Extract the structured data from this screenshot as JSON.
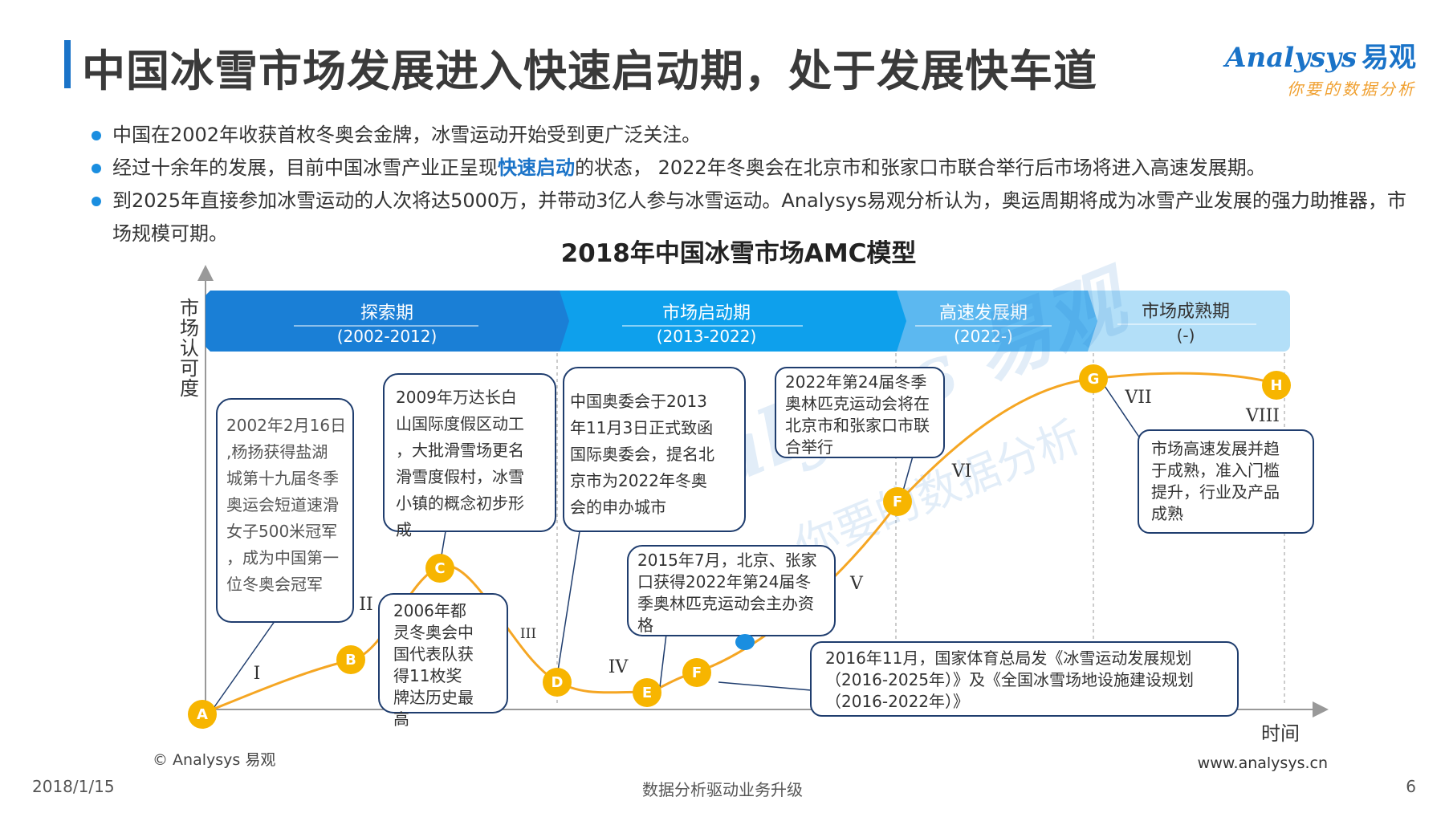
{
  "title": "中国冰雪市场发展进入快速启动期，处于发展快车道",
  "logo": {
    "brand": "Analysys",
    "brand_cn": "易观",
    "tagline": "你要的数据分析"
  },
  "bullets": [
    {
      "text": "中国在2002年收获首枚冬奥会金牌，冰雪运动开始受到更广泛关注。"
    },
    {
      "pre": "经过十余年的发展，目前中国冰雪产业正呈现",
      "highlight": "快速启动",
      "post": "的状态， 2022年冬奥会在北京市和张家口市联合举行后市场将进入高速发展期。"
    },
    {
      "text": "到2025年直接参加冰雪运动的人次将达5000万，并带动3亿人参与冰雪运动。Analysys易观分析认为，奥运周期将成为冰雪产业发展的强力助推器，市场规模可期。"
    }
  ],
  "diagram": {
    "title": "2018年中国冰雪市场AMC模型",
    "y_axis_label": "市场认可度",
    "x_axis_label": "时间",
    "phases": [
      {
        "name": "探索期",
        "years": "(2002-2012)",
        "color": "#1a7fd6"
      },
      {
        "name": "市场启动期",
        "years": "(2013-2022)",
        "color": "#0ea0ec"
      },
      {
        "name": "高速发展期",
        "years": "(2022-)",
        "color": "#5cb8f0"
      },
      {
        "name": "市场成熟期",
        "years": "(-)",
        "color": "#b3dff8"
      }
    ],
    "points": [
      "A",
      "B",
      "C",
      "D",
      "E",
      "F",
      "F",
      "G",
      "H"
    ],
    "segments": [
      "I",
      "II",
      "III",
      "IV",
      "V",
      "VI",
      "VII",
      "VIII"
    ],
    "callouts": [
      "2002年2月16日,杨扬获得盐湖城第十九届冬季奥运会短道速滑女子500米冠军，成为中国第一位冬奥会冠军",
      "2006年都灵冬奥会中国代表队获得11枚奖牌达历史最高",
      "2009年万达长白山国际度假区动工，大批滑雪场更名滑雪度假村，冰雪小镇的概念初步形成",
      "中国奥委会于2013年11月3日正式致函国际奥委会，提名北京市为2022年冬奥会的申办城市",
      "2015年7月，北京、张家口获得2022年第24届冬季奥林匹克运动会主办资格",
      "2016年11月，国家体育总局发《冰雪运动发展规划（2016-2025年）》及《全国冰雪场地设施建设规划（2016-2022年）》",
      "2022年第24届冬季奥林匹克运动会将在北京市和张家口市联合举行",
      "市场高速发展并趋于成熟，准入门槛提升，行业及产品成熟"
    ],
    "colors": {
      "curve": "#f5a623",
      "node": "#f7b500",
      "callout_border": "#1f3d6e",
      "axis": "#999999"
    }
  },
  "footer": {
    "date": "2018/1/15",
    "center": "数据分析驱动业务升级",
    "page": "6",
    "copyright": "© Analysys 易观",
    "website": "www.analysys.cn"
  }
}
